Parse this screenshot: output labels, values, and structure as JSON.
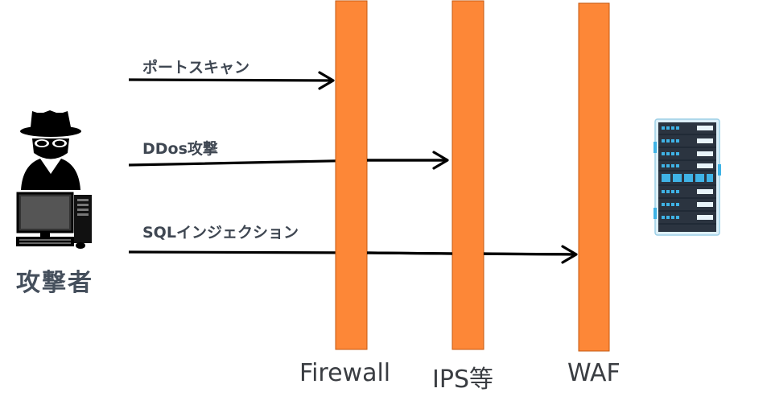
{
  "attacker": {
    "label": "攻撃者",
    "icon": "hacker-at-computer-icon"
  },
  "attacks": [
    {
      "label": "ポートスキャン",
      "stops_at": "Firewall"
    },
    {
      "label": "DDos攻撃",
      "stops_at": "IPS等"
    },
    {
      "label": "SQLインジェクション",
      "stops_at": "WAF"
    }
  ],
  "defenses": [
    {
      "label": "Firewall"
    },
    {
      "label": "IPS等"
    },
    {
      "label": "WAF"
    }
  ],
  "target": {
    "icon": "server-rack-icon"
  },
  "colors": {
    "wall_fill": "#fd8737",
    "wall_border": "#c55a11",
    "arrow": "#000000",
    "attacker_icon": "#000000",
    "server_body": "#2b3440",
    "server_led": "#3fb3e6"
  }
}
